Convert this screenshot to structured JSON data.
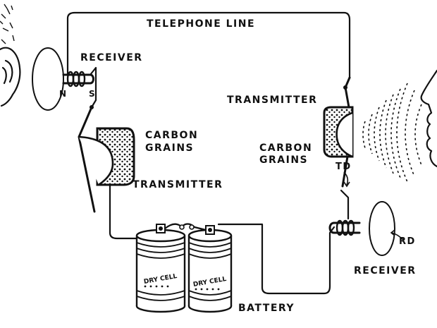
{
  "labels": {
    "telephone_line": "TELEPHONE LINE",
    "receiver_left": "RECEIVER",
    "pole_n": "N",
    "pole_s": "S",
    "carbon_left_1": "CARBON",
    "carbon_left_2": "GRAINS",
    "transmitter_left": "TRANSMITTER",
    "transmitter_right": "TRANSMITTER",
    "carbon_right_1": "CARBON",
    "carbon_right_2": "GRAINS",
    "td": "TD",
    "rd": "RD",
    "receiver_right": "RECEIVER",
    "battery": "BATTERY",
    "dry_cell_1": "DRY CELL",
    "dry_cell_2": "DRY CELL"
  },
  "colors": {
    "ink": "#111111",
    "paper": "#ffffff"
  }
}
